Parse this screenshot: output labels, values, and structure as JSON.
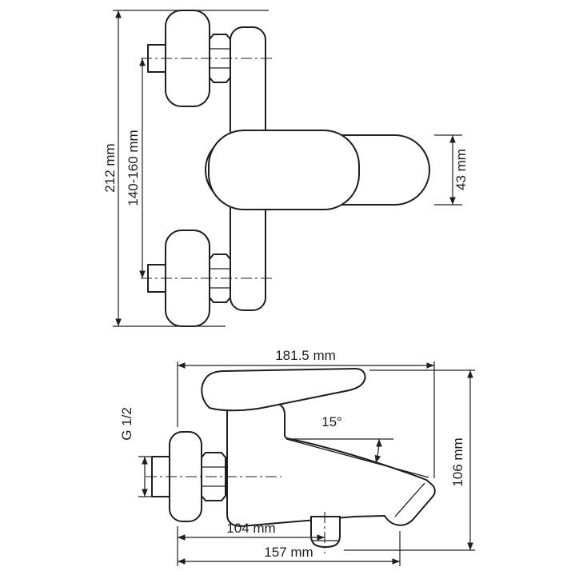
{
  "colors": {
    "background": "#ffffff",
    "line": "#1f1f1f"
  },
  "top_view": {
    "overall_height": "212 mm",
    "mounting_centers": "140-160 mm",
    "body_height": "43 mm"
  },
  "bottom_view": {
    "overall_depth": "181.5 mm",
    "thread_size": "G 1/2",
    "spout_angle": "15°",
    "overall_height": "106 mm",
    "depth_to_aerator": "104 mm",
    "depth_to_spout_tip": "157 mm"
  }
}
